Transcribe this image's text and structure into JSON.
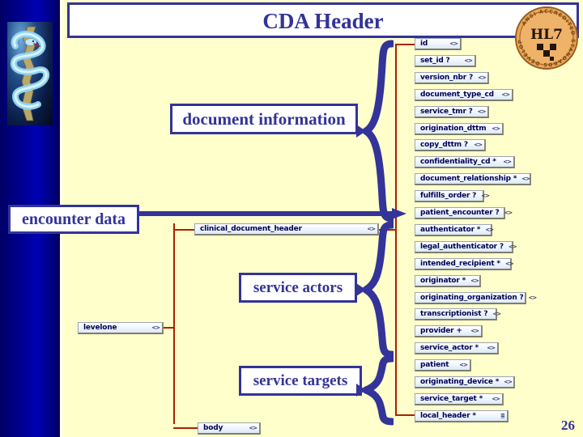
{
  "slide": {
    "title": "CDA Header",
    "page_number": "26",
    "background_color": "#FFFFCC",
    "accent_color": "#333399",
    "connector_color": "#AA2200"
  },
  "logos": {
    "caduceus": "caduceus-image",
    "hl7_seal": {
      "name": "hl7-seal-logo",
      "center_text": "HL7",
      "ring_text": "ANSI ACCREDITED STANDARDS DEVELOPER"
    }
  },
  "callouts": [
    {
      "id": "document-information",
      "label": "document information"
    },
    {
      "id": "encounter-data",
      "label": "encounter data"
    },
    {
      "id": "service-actors",
      "label": "service actors"
    },
    {
      "id": "service-targets",
      "label": "service targets"
    }
  ],
  "tree": {
    "root": {
      "label": "levelone",
      "glyph": "<>"
    },
    "children": [
      {
        "label": "clinical_document_header",
        "glyph": "<>"
      },
      {
        "label": "body",
        "glyph": "<>"
      }
    ]
  },
  "attributes": [
    {
      "label": "id",
      "glyph": "<>"
    },
    {
      "label": "set_id ?",
      "glyph": "<>"
    },
    {
      "label": "version_nbr ?",
      "glyph": "<>"
    },
    {
      "label": "document_type_cd",
      "glyph": "<>"
    },
    {
      "label": "service_tmr ?",
      "glyph": "<>"
    },
    {
      "label": "origination_dttm",
      "glyph": "<>"
    },
    {
      "label": "copy_dttm ?",
      "glyph": "<>"
    },
    {
      "label": "confidentiality_cd *",
      "glyph": "<>"
    },
    {
      "label": "document_relationship *",
      "glyph": "<>"
    },
    {
      "label": "fulfills_order ?",
      "glyph": "<>"
    },
    {
      "label": "patient_encounter ?",
      "glyph": "<>"
    },
    {
      "label": "authenticator *",
      "glyph": "<>"
    },
    {
      "label": "legal_authenticator ?",
      "glyph": "<>"
    },
    {
      "label": "intended_recipient *",
      "glyph": "<>"
    },
    {
      "label": "originator *",
      "glyph": "<>"
    },
    {
      "label": "originating_organization ?",
      "glyph": "<>"
    },
    {
      "label": "transcriptionist ?",
      "glyph": "<>"
    },
    {
      "label": "provider +",
      "glyph": "<>"
    },
    {
      "label": "service_actor *",
      "glyph": "<>"
    },
    {
      "label": "patient",
      "glyph": "<>"
    },
    {
      "label": "originating_device *",
      "glyph": "<>"
    },
    {
      "label": "service_target *",
      "glyph": "<>"
    },
    {
      "label": "local_header *",
      "glyph": "≣"
    }
  ]
}
